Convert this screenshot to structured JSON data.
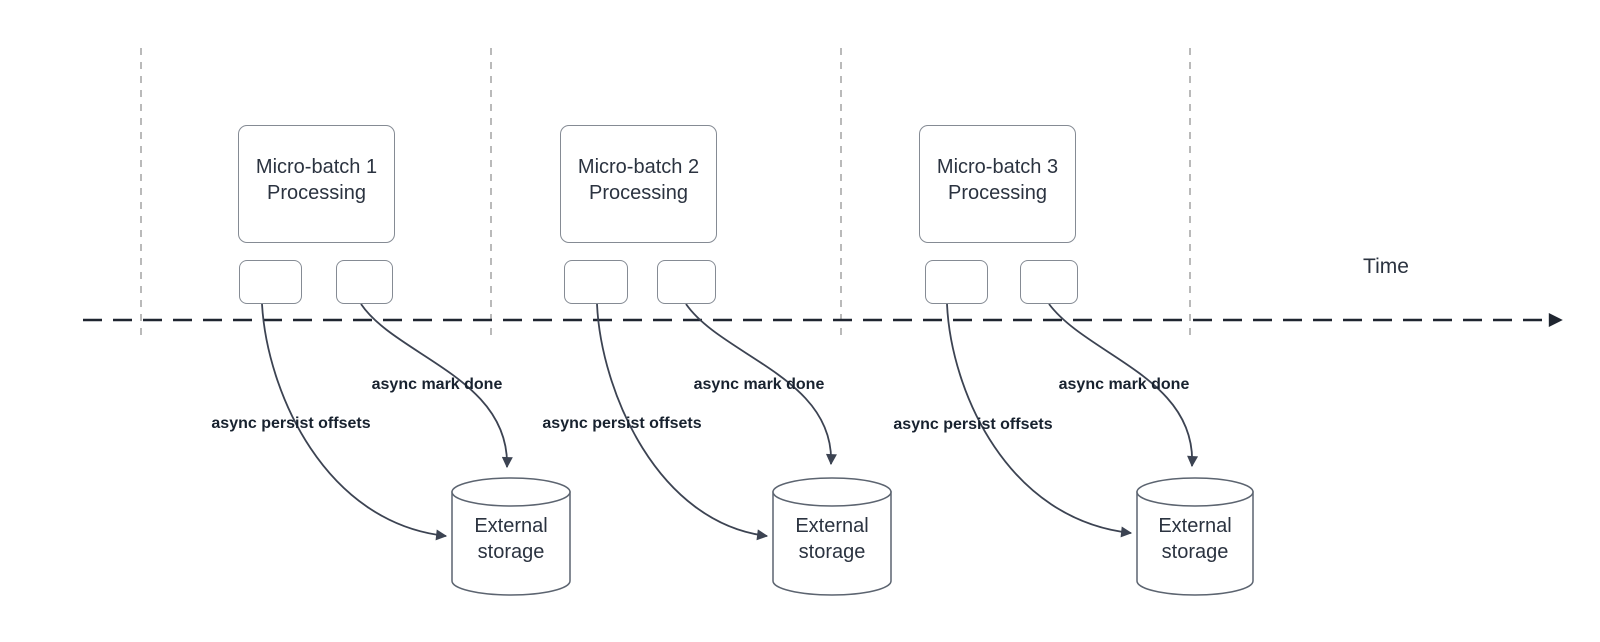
{
  "diagram": {
    "time_label": "Time",
    "groups": [
      {
        "title": "Micro-batch 1\nProcessing",
        "persist_label": "async persist offsets",
        "done_label": "async mark done",
        "storage_label": "External\nstorage"
      },
      {
        "title": "Micro-batch 2\nProcessing",
        "persist_label": "async persist offsets",
        "done_label": "async mark done",
        "storage_label": "External\nstorage"
      },
      {
        "title": "Micro-batch 3\nProcessing",
        "persist_label": "async persist offsets",
        "done_label": "async mark done",
        "storage_label": "External\nstorage"
      }
    ],
    "colors": {
      "background": "#ffffff",
      "connector": "#3c4352",
      "timeline": "#1f2530",
      "guide_line": "#a9a9a9",
      "shape_border": "#858b94",
      "cylinder_border": "#5c6470",
      "shape_fill": "#ffffff",
      "text": "#2b3340",
      "label_text": "#18222f"
    }
  }
}
